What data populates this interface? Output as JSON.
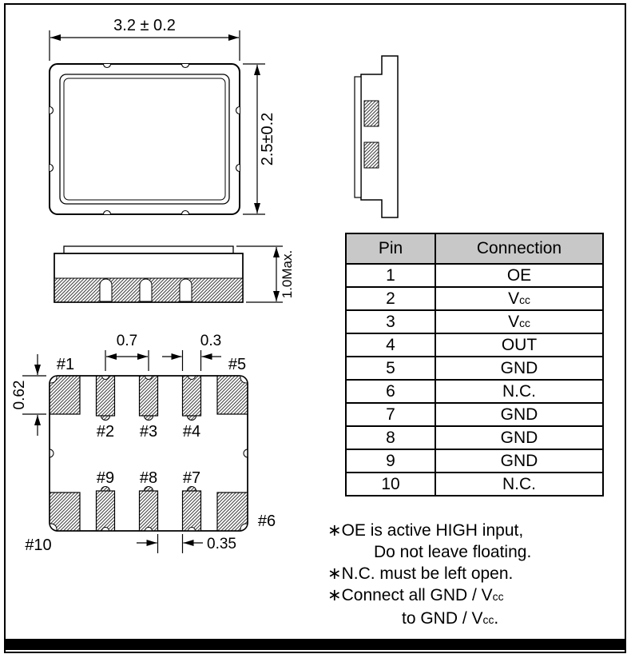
{
  "top_view": {
    "width_dim": "3.2 ± 0.2",
    "height_dim": "2.5±0.2"
  },
  "front_view": {
    "height_dim": "1.0Max."
  },
  "bottom_view": {
    "pads": [
      "#1",
      "#2",
      "#3",
      "#4",
      "#5",
      "#6",
      "#7",
      "#8",
      "#9",
      "#10"
    ],
    "dims": {
      "pitch": "0.7",
      "pad_width": "0.3",
      "corner_pad_height": "0.62",
      "bottom_pad_width": "0.35"
    }
  },
  "pin_table": {
    "headers": {
      "pin": "Pin",
      "connection": "Connection"
    },
    "rows": [
      {
        "pin": "1",
        "connection": "OE"
      },
      {
        "pin": "2",
        "connection": "Vcc"
      },
      {
        "pin": "3",
        "connection": "Vcc"
      },
      {
        "pin": "4",
        "connection": "OUT"
      },
      {
        "pin": "5",
        "connection": "GND"
      },
      {
        "pin": "6",
        "connection": "N.C."
      },
      {
        "pin": "7",
        "connection": "GND"
      },
      {
        "pin": "8",
        "connection": "GND"
      },
      {
        "pin": "9",
        "connection": "GND"
      },
      {
        "pin": "10",
        "connection": "N.C."
      }
    ]
  },
  "notes": [
    {
      "text": "∗OE is active HIGH input,",
      "indent": 0
    },
    {
      "text": "Do not leave floating.",
      "indent": 1
    },
    {
      "text": "∗N.C. must be left open.",
      "indent": 0
    },
    {
      "text": "∗Connect all GND / Vcc",
      "indent": 0
    },
    {
      "text": "to GND / Vcc.",
      "indent": 2
    }
  ]
}
